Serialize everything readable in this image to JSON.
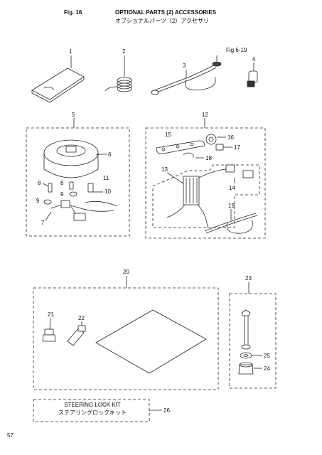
{
  "header": {
    "fig_label": "Fig. 16",
    "title": "OPTIONAL PARTS (2) ACCESSORIES",
    "subtitle": "オプショナルパーツ（2）アクセサリ"
  },
  "callouts": {
    "c1": "1",
    "c2": "2",
    "c3": "3",
    "c4": "4",
    "fig_ref": "Fig.6-19",
    "c5": "5",
    "c6": "6",
    "c7": "7",
    "c8a": "8",
    "c8b": "8",
    "c9a": "9",
    "c9b": "9",
    "c10": "10",
    "c11": "11",
    "c12": "12",
    "c13": "13",
    "c14": "14",
    "c15": "15",
    "c16": "16",
    "c17": "17",
    "c18": "18",
    "c19": "19",
    "c20": "20",
    "c21": "21",
    "c22": "22",
    "c23": "23",
    "c24": "24",
    "c25": "25",
    "c26": "26"
  },
  "steering_kit": {
    "line1": "STEERING LOCK KIT",
    "line2": "ステアリングロックキット"
  },
  "page_number": "57"
}
